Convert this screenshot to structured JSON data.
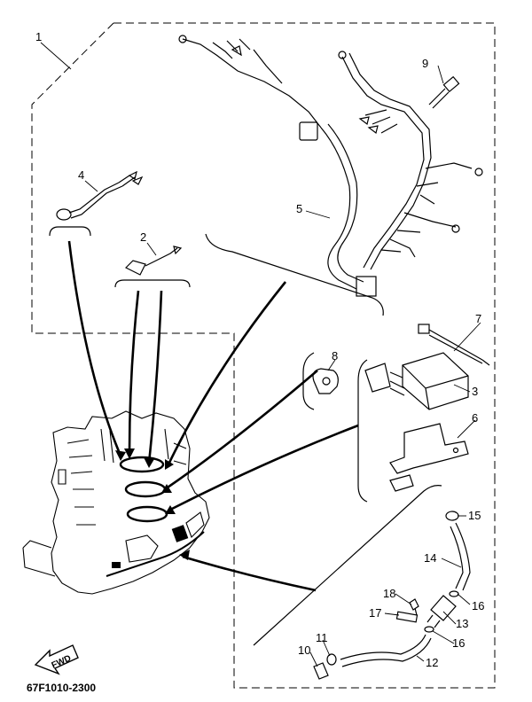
{
  "diagram": {
    "part_code": "67F1010-2300",
    "fwd_label": "FWD",
    "callouts": [
      "1",
      "2",
      "3",
      "4",
      "5",
      "6",
      "7",
      "8",
      "9",
      "10",
      "11",
      "12",
      "13",
      "14",
      "15",
      "16",
      "16",
      "17",
      "18"
    ]
  }
}
